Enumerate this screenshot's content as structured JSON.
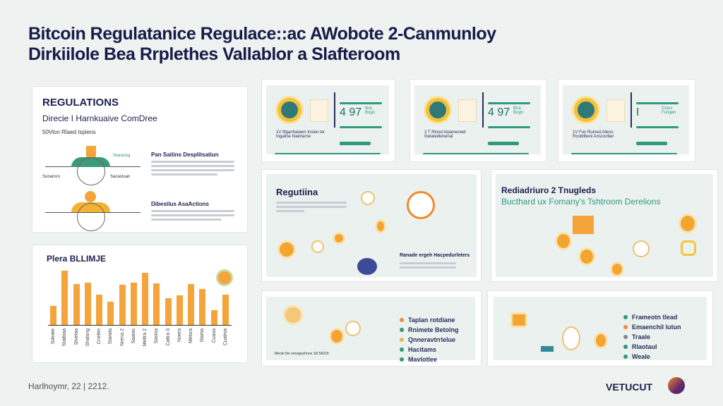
{
  "title_line1": "Bitcoin Regulatanice Regulace::ac AWobote 2-Canmunloy",
  "title_line2": "Dirkiilole Bea Rrplethes Vallablor a Slafteroom",
  "regulations_panel": {
    "heading": "REGULATIONS",
    "subheading": "Direcie I Harnkuaive ComDree",
    "caption": "50Vlon Rlaed Ispiens",
    "section1_title": "Pan Saitins Desplitsatiun",
    "section2_title": "Dibestlus AsaActions",
    "diagram_label_left": "Sunansrs",
    "diagram_label_right": "Sacastuan",
    "diagram_label_top": "Staraong"
  },
  "stat_cards": [
    {
      "value": "4 97",
      "unit": "Ilna Bogn",
      "caption": "1V Ifiganhaiwen Insien ter Ingalnie hlaintaroe"
    },
    {
      "value": "4 97",
      "unit": "Bna Bogn",
      "caption": "2 T Rinod Alpamenwd Gelatedienenal"
    },
    {
      "value": "I",
      "unit": "Cinus Fungen",
      "caption": "1V Fon Ruined Alleos Rosbtlbeni Ansconber"
    }
  ],
  "network_left": {
    "title": "Regutiina",
    "sub_title": "Ranade ergeh Hacpedurleters"
  },
  "network_right": {
    "title": "Rediadriuro 2 Tnugleds",
    "subtitle": "Bucthard ux Fomany's Tshtroom Derelions"
  },
  "chart_data": {
    "type": "bar",
    "title": "Plera BLLIMJE",
    "categories": [
      "Sdeate",
      "Stalblaa",
      "Stvelaa",
      "Shalsng",
      "Cneltm",
      "Starala",
      "Nrena 2",
      "Saalas",
      "Meltra 2",
      "Sastsa",
      "Caltra 3",
      "Noera",
      "Melsra",
      "Slarlia",
      "Cuasa",
      "Cualma"
    ],
    "values": [
      75,
      212,
      158,
      165,
      119,
      91,
      155,
      165,
      202,
      161,
      105,
      115,
      159,
      140,
      58,
      117
    ],
    "xlabel": "",
    "ylabel": "",
    "ylim": [
      0,
      230
    ]
  },
  "legend_left": {
    "footnote": "Mecte tlre eerwgeshnne 10l 5601fr",
    "items": [
      "Taplan rotdiane",
      "Rnimete Betolng",
      "Qnneravtrrlelue",
      "Hacitams",
      "Mavlotlee"
    ],
    "colors": [
      "#f08a3a",
      "#2f9a7c",
      "#e8b84a",
      "#2f9a7c",
      "#2f9a7c"
    ]
  },
  "legend_right": {
    "items": [
      "Frameotn tlead",
      "Emaenchil lutun",
      "Traale",
      "Rlaotaul",
      "Weale"
    ],
    "colors": [
      "#2f9a7c",
      "#f08a3a",
      "#888888",
      "#2f9a7c",
      "#2f9a7c"
    ]
  },
  "footer": {
    "left_text": "Harlhoymr, 22 | 2212.",
    "brand": "VETUCUT"
  },
  "colors": {
    "accent_orange": "#f4a43a",
    "accent_green": "#2f9a7c",
    "navy": "#171b48"
  }
}
